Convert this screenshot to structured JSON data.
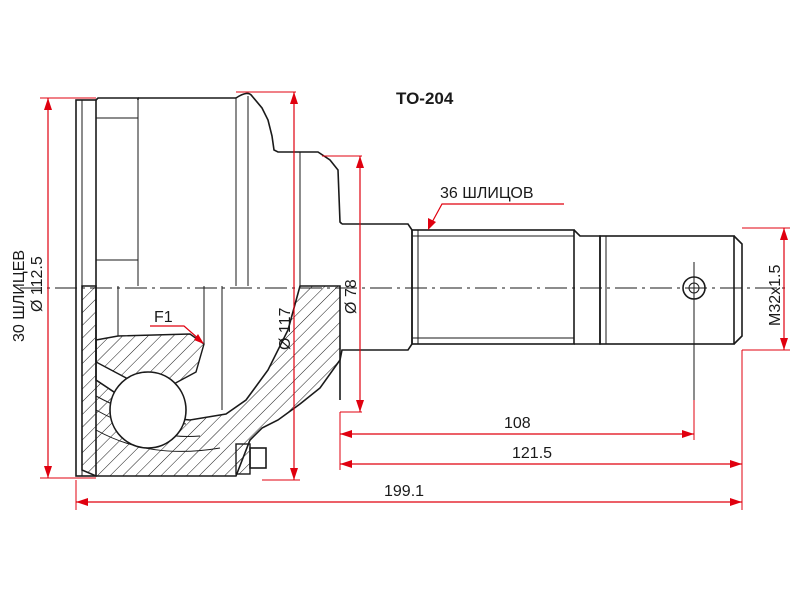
{
  "part_number": "TO-204",
  "labels": {
    "outer_splines": "36 ШЛИЦОВ",
    "inner_splines": "30 ШЛИЦЕВ",
    "thread": "M32x1.5",
    "f1": "F1"
  },
  "dimensions": {
    "outer_diameter": "Ø 112.5",
    "boot_diameter": "Ø 117",
    "neck_diameter": "Ø 78",
    "shaft_length": "108",
    "shaft_total": "121.5",
    "overall_length": "199.1"
  },
  "colors": {
    "dimension_lines": "#e0000f",
    "outline": "#1a1a1a"
  }
}
